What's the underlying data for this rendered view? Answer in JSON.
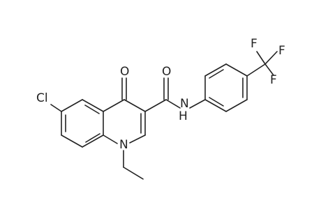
{
  "molecule": {
    "atoms": {
      "ketone_oxygen": "O",
      "amide_oxygen": "O",
      "chlorine": "Cl",
      "ring_nitrogen": "N",
      "amide_nh": "H",
      "amide_n": "N",
      "fluorine_1": "F",
      "fluorine_2": "F",
      "fluorine_3": "F"
    },
    "colors": {
      "ink": "#222222",
      "background": "#ffffff"
    }
  }
}
